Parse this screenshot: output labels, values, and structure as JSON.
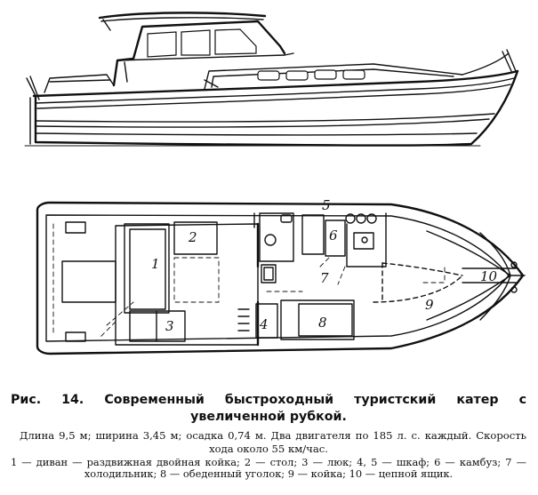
{
  "figure": {
    "callouts": [
      "1",
      "2",
      "3",
      "4",
      "5",
      "6",
      "7",
      "8",
      "9",
      "10"
    ]
  },
  "caption": {
    "title": "Рис. 14. Современный быстроходный туристский катер с увеличенной рубкой.",
    "specs": "Длина 9,5 м; ширина 3,45 м; осадка 0,74 м. Два двигателя по 185 л. с. каждый. Скорость хода около 55 км/час.",
    "legend": [
      "1 — диван — раздвижная двойная койка;",
      "2 — стол;",
      "3 — люк;",
      "4, 5 — шкаф;",
      "6 — камбуз;",
      "7 — холодильник;",
      "8 — обеденный уголок;",
      "9 — койка;",
      "10 — цепной ящик."
    ]
  }
}
